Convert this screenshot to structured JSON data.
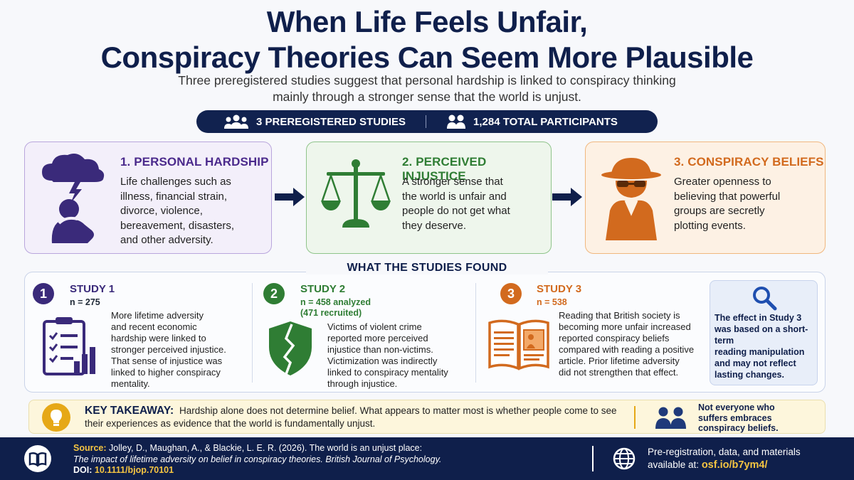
{
  "title": {
    "line1": "When Life Feels Unfair,",
    "line2": "Conspiracy Theories Can Seem More Plausible"
  },
  "subtitle": {
    "line1": "Three preregistered studies suggest that personal hardship is linked to conspiracy thinking",
    "line2": "mainly through a stronger sense that the world is unjust."
  },
  "stats": {
    "studies": "3 PREREGISTERED STUDIES",
    "participants": "1,284 TOTAL PARTICIPANTS"
  },
  "steps": [
    {
      "heading": "1. PERSONAL HARDSHIP",
      "lines": [
        "Life challenges such as",
        "illness, financial strain,",
        "divorce, violence,",
        "bereavement, disasters,",
        "and other adversity."
      ]
    },
    {
      "heading": "2. PERCEIVED INJUSTICE",
      "lines": [
        "A stronger sense that",
        "the world is unfair and",
        "people do not get what",
        "they deserve."
      ]
    },
    {
      "heading": "3. CONSPIRACY BELIEFS",
      "lines": [
        "Greater openness to",
        "believing that powerful",
        "groups are secretly",
        "plotting events."
      ]
    }
  ],
  "findings_title": "WHAT THE STUDIES FOUND",
  "studies": [
    {
      "number": "1",
      "name": "STUDY 1",
      "n": "n = 275",
      "n2": "",
      "lines": [
        "More lifetime adversity",
        "and recent economic",
        "hardship were linked to",
        "stronger perceived injustice.",
        "That sense of injustice was",
        "linked to higher conspiracy",
        "mentality."
      ]
    },
    {
      "number": "2",
      "name": "STUDY 2",
      "n": "n = 458 analyzed",
      "n2": "(471 recruited)",
      "lines": [
        "Victims of violent crime",
        "reported more perceived",
        "injustice than non-victims.",
        "Victimization was indirectly",
        "linked to conspiracy mentality",
        "through injustice."
      ]
    },
    {
      "number": "3",
      "name": "STUDY 3",
      "n": "n = 538",
      "n2": "",
      "lines": [
        "Reading that British society is",
        "becoming more unfair increased",
        "reported conspiracy beliefs",
        "compared with reading a positive",
        "article. Prior lifetime adversity",
        "did not strengthen that effect."
      ]
    }
  ],
  "note": {
    "lines": [
      "The effect in Study 3",
      "was based on a short-term",
      "reading manipulation",
      "and may not reflect",
      "lasting changes."
    ]
  },
  "takeaway": {
    "label": "KEY TAKEAWAY:",
    "line1": "Hardship alone does not determine belief. What appears to matter most is whether people come to see",
    "line2": "their experiences as evidence that the world is fundamentally unjust.",
    "side_lines": [
      "Not everyone who",
      "suffers embraces",
      "conspiracy beliefs."
    ]
  },
  "footer": {
    "source_label": "Source:",
    "source_text": "Jolley, D., Maughan, A., & Blackie, L. E. R. (2026). The world is an unjust place:",
    "source_italic": "The impact of lifetime adversity on belief in conspiracy theories. British Journal of Psychology.",
    "doi_label": "DOI:",
    "doi": "10.1111/bjop.70101",
    "materials_line1": "Pre-registration, data, and materials",
    "materials_line2": "available at:",
    "osf": "osf.io/b7ym4/"
  },
  "colors": {
    "navy": "#0f1f4b",
    "purple": "#4b2a8c",
    "green": "#2f7d34",
    "orange": "#d26a1e",
    "gold": "#e6a817"
  }
}
